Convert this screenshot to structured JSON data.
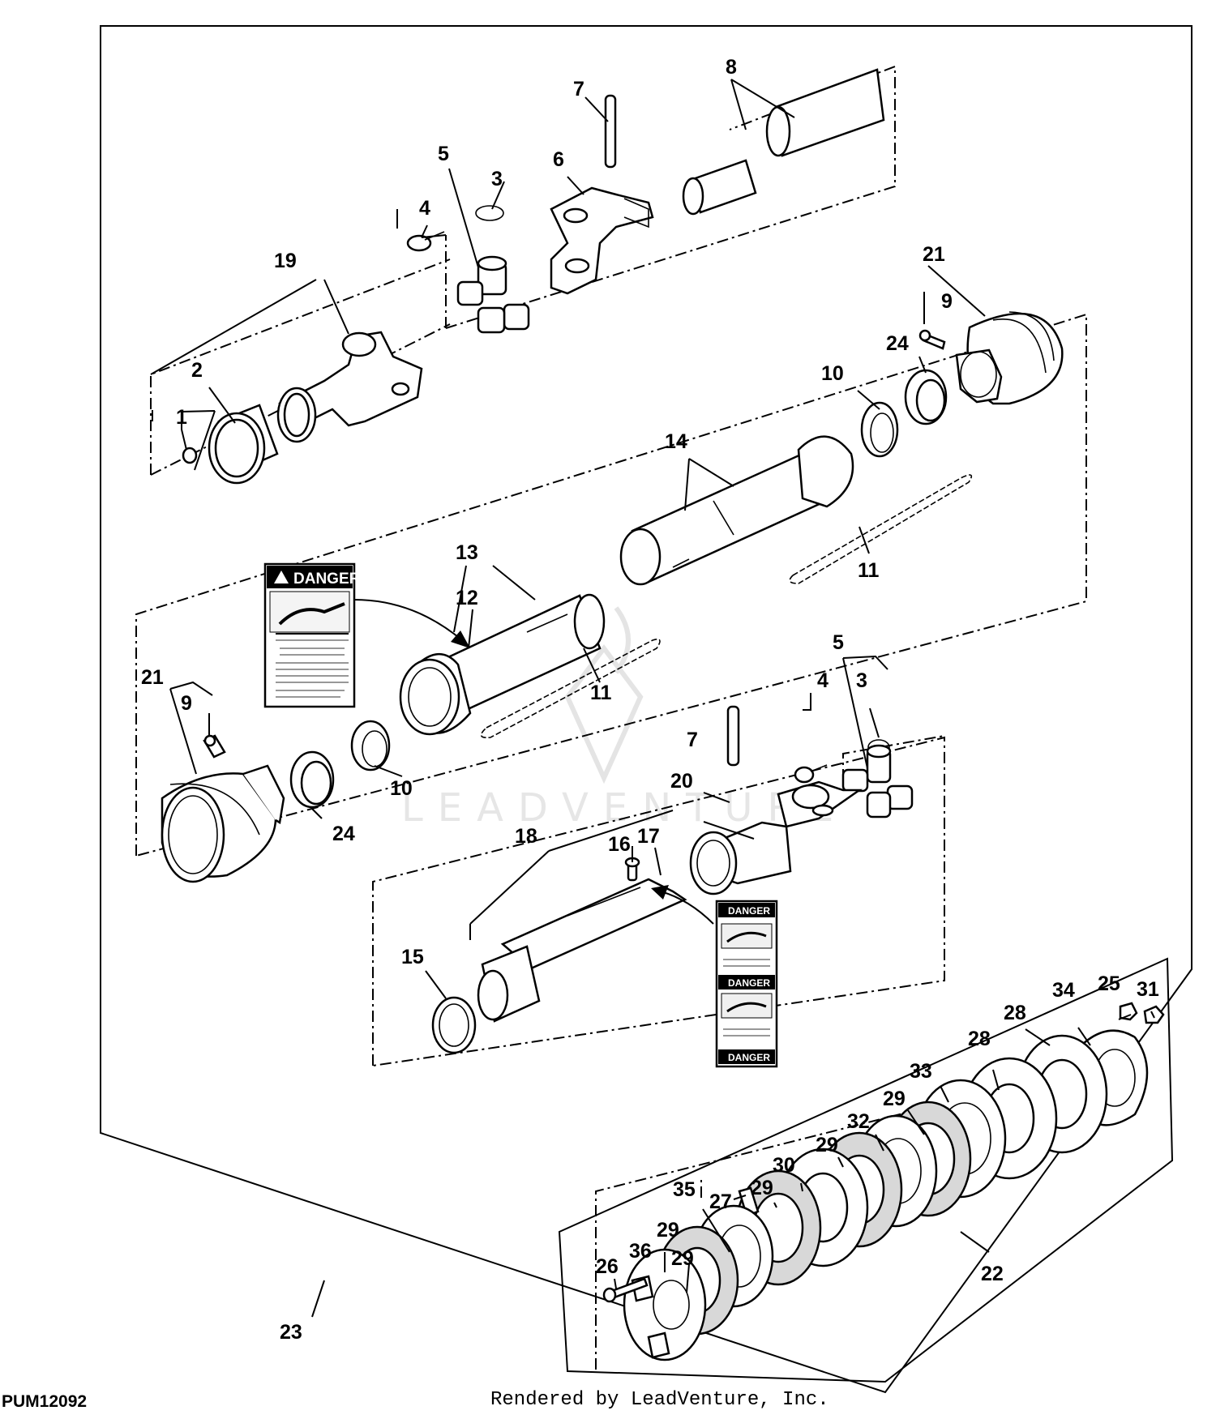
{
  "figure_code": "PUM12092",
  "credit": "Rendered by LeadVenture, Inc.",
  "watermark": "LEADVENTURE",
  "colors": {
    "line": "#000000",
    "background": "#ffffff",
    "watermark": "#e4e4e4"
  },
  "labels": {
    "p1": "1",
    "p2": "2",
    "p3a": "3",
    "p3b": "3",
    "p4a": "4",
    "p4b": "4",
    "p5a": "5",
    "p5b": "5",
    "p6": "6",
    "p7a": "7",
    "p7b": "7",
    "p8": "8",
    "p9a": "9",
    "p9b": "9",
    "p10a": "10",
    "p10b": "10",
    "p11a": "11",
    "p11b": "11",
    "p12": "12",
    "p13": "13",
    "p14": "14",
    "p15": "15",
    "p16": "16",
    "p17": "17",
    "p18": "18",
    "p19": "19",
    "p20": "20",
    "p21a": "21",
    "p21b": "21",
    "p22": "22",
    "p23": "23",
    "p24a": "24",
    "p24b": "24",
    "p25": "25",
    "p26": "26",
    "p27": "27",
    "p28a": "28",
    "p28b": "28",
    "p29a": "29",
    "p29b": "29",
    "p29c": "29",
    "p29d": "29",
    "p29e": "29",
    "p30": "30",
    "p31": "31",
    "p32": "32",
    "p33": "33",
    "p34": "34",
    "p35": "35",
    "p36": "36"
  },
  "decals": {
    "large": {
      "title": "DANGER"
    },
    "small": {
      "top": "DANGER",
      "middle": "DANGER",
      "bottom": "DANGER"
    }
  }
}
